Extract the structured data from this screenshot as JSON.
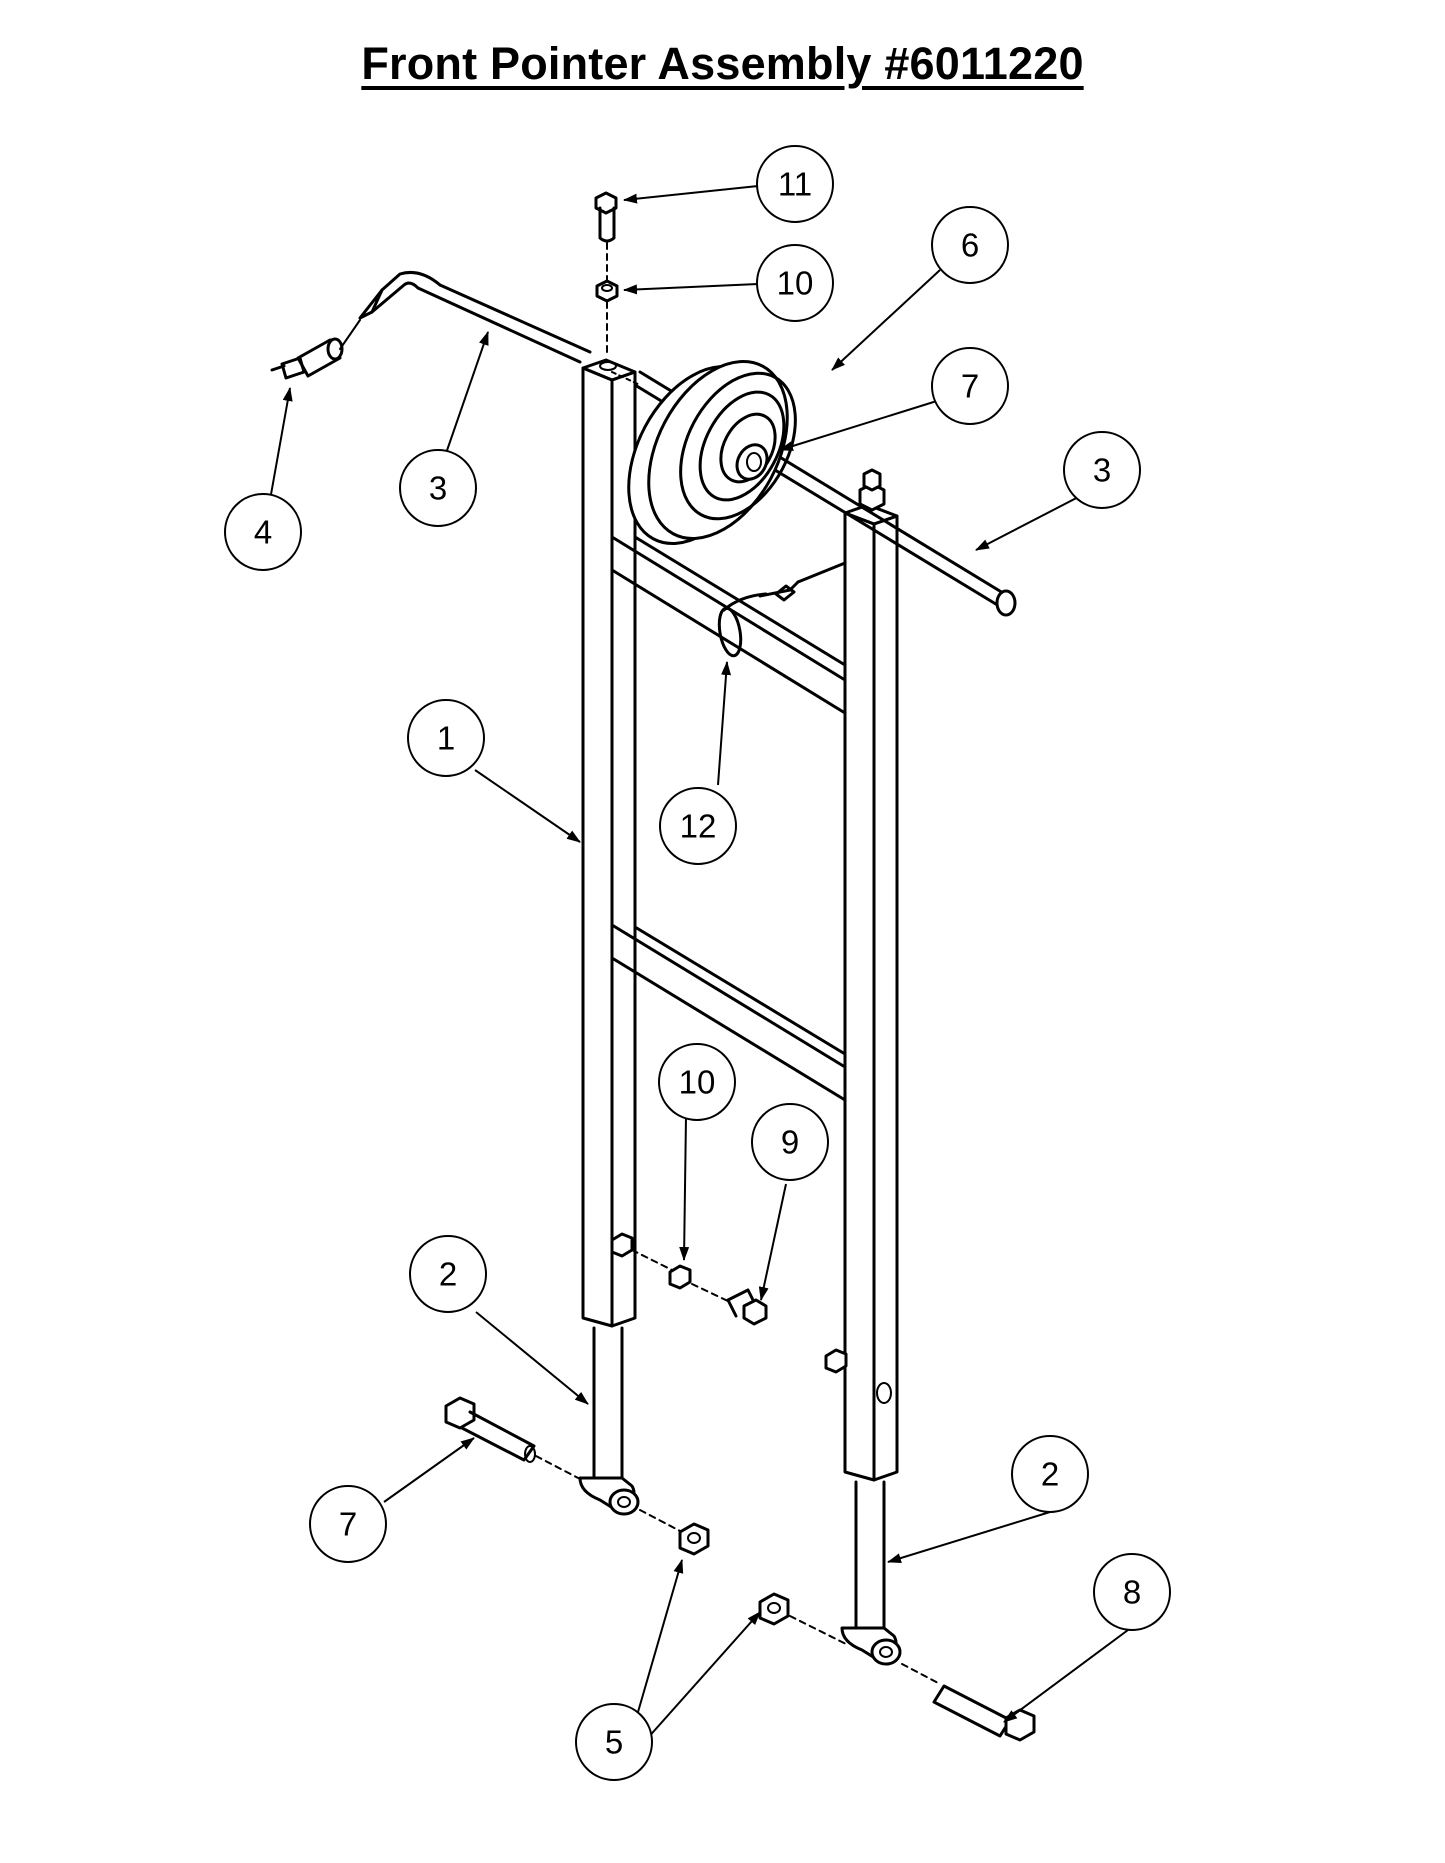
{
  "title": "Front Pointer Assembly #6011220",
  "callouts": [
    {
      "id": "c1",
      "label": "1"
    },
    {
      "id": "c2a",
      "label": "2"
    },
    {
      "id": "c2b",
      "label": "2"
    },
    {
      "id": "c3a",
      "label": "3"
    },
    {
      "id": "c3b",
      "label": "3"
    },
    {
      "id": "c4",
      "label": "4"
    },
    {
      "id": "c5",
      "label": "5"
    },
    {
      "id": "c6",
      "label": "6"
    },
    {
      "id": "c7a",
      "label": "7"
    },
    {
      "id": "c7b",
      "label": "7"
    },
    {
      "id": "c8",
      "label": "8"
    },
    {
      "id": "c9",
      "label": "9"
    },
    {
      "id": "c10a",
      "label": "10"
    },
    {
      "id": "c10b",
      "label": "10"
    },
    {
      "id": "c11",
      "label": "11"
    },
    {
      "id": "c12",
      "label": "12"
    }
  ]
}
